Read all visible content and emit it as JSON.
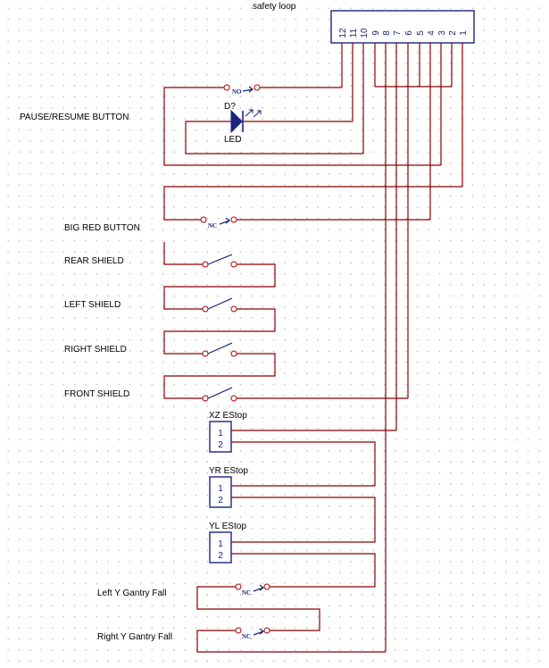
{
  "connector": {
    "title": "safety loop",
    "pins": [
      "12",
      "11",
      "10",
      "9",
      "8",
      "7",
      "6",
      "5",
      "4",
      "3",
      "2",
      "1"
    ]
  },
  "pause_button": {
    "label": "PAUSE/RESUME BUTTON",
    "contact_type": "NO"
  },
  "led": {
    "designator": "D?",
    "value": "LED"
  },
  "big_red_button": {
    "label": "BIG RED BUTTON",
    "contact_type": "NC"
  },
  "shields": [
    {
      "label": "REAR SHIELD"
    },
    {
      "label": "LEFT SHIELD"
    },
    {
      "label": "RIGHT SHIELD"
    },
    {
      "label": "FRONT SHIELD"
    }
  ],
  "estops": [
    {
      "label": "XZ EStop",
      "pin1": "1",
      "pin2": "2"
    },
    {
      "label": "YR EStop",
      "pin1": "1",
      "pin2": "2"
    },
    {
      "label": "YL EStop",
      "pin1": "1",
      "pin2": "2"
    }
  ],
  "gantry": [
    {
      "label": "Left Y Gantry Fall",
      "contact_type": "NC"
    },
    {
      "label": "Right Y Gantry Fall",
      "contact_type": "NC"
    }
  ],
  "colors": {
    "wire": "#8b0000",
    "component": "#1a237e",
    "terminal": "#b00000",
    "grid_dot": "#b8b8b8",
    "background": "#ffffff"
  }
}
